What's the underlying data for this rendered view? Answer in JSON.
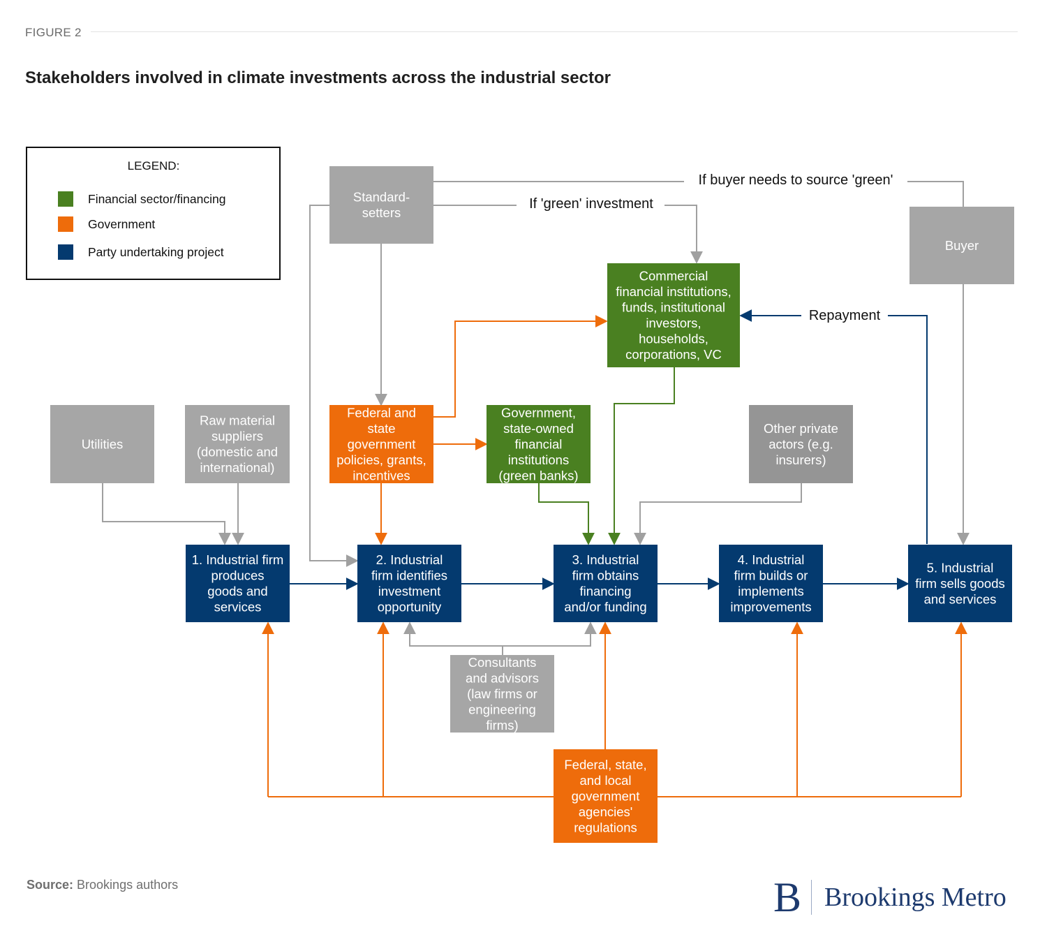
{
  "header": {
    "figure_label": "FIGURE 2",
    "title": "Stakeholders involved in climate investments across the industrial sector"
  },
  "colors": {
    "financial": "#4a8021",
    "government": "#ee6c0b",
    "party": "#043a6f",
    "neutral": "#a6a6a6",
    "neutral_dark": "#959595",
    "line_gray": "#a0a0a0",
    "text_dark": "#111111"
  },
  "legend": {
    "title": "LEGEND:",
    "items": [
      {
        "label": "Financial sector/financing",
        "category": "financial"
      },
      {
        "label": "Government",
        "category": "government"
      },
      {
        "label": "Party undertaking project",
        "category": "party"
      }
    ]
  },
  "nodes": {
    "standard_setters": {
      "category": "neutral",
      "lines": [
        "Standard-",
        "setters"
      ]
    },
    "buyer": {
      "category": "neutral",
      "lines": [
        "Buyer"
      ]
    },
    "commercial_fin": {
      "category": "financial",
      "lines": [
        "Commercial",
        "financial institutions,",
        "funds, institutional",
        "investors,",
        "households,",
        "corporations, VC"
      ]
    },
    "utilities": {
      "category": "neutral",
      "lines": [
        "Utilities"
      ]
    },
    "raw_material": {
      "category": "neutral",
      "lines": [
        "Raw material",
        "suppliers",
        "(domestic and",
        "international)"
      ]
    },
    "fed_state_policies": {
      "category": "government",
      "lines": [
        "Federal and",
        "state",
        "government",
        "policies, grants,",
        "incentives"
      ]
    },
    "green_banks": {
      "category": "financial",
      "lines": [
        "Government,",
        "state-owned",
        "financial",
        "institutions",
        "(green banks)"
      ]
    },
    "other_private": {
      "category": "neutral_dark",
      "lines": [
        "Other private",
        "actors (e.g.",
        "insurers)"
      ]
    },
    "step1": {
      "category": "party",
      "lines": [
        "1. Industrial firm",
        "produces",
        "goods and",
        "services"
      ]
    },
    "step2": {
      "category": "party",
      "lines": [
        "2. Industrial",
        "firm identifies",
        "investment",
        "opportunity"
      ]
    },
    "step3": {
      "category": "party",
      "lines": [
        "3. Industrial",
        "firm obtains",
        "financing",
        "and/or funding"
      ]
    },
    "step4": {
      "category": "party",
      "lines": [
        "4. Industrial",
        "firm builds or",
        "implements",
        "improvements"
      ]
    },
    "step5": {
      "category": "party",
      "lines": [
        "5. Industrial",
        "firm sells goods",
        "and services"
      ]
    },
    "consultants": {
      "category": "neutral",
      "lines": [
        "Consultants",
        "and advisors",
        "(law firms or",
        "engineering",
        "firms)"
      ]
    },
    "regulations": {
      "category": "government",
      "lines": [
        "Federal, state,",
        "and local",
        "government",
        "agencies'",
        "regulations"
      ]
    }
  },
  "edge_labels": {
    "buyer_green": "If buyer needs to source 'green'",
    "green_investment": "If 'green' investment",
    "repayment": "Repayment"
  },
  "footer": {
    "source_label": "Source:",
    "source_text": " Brookings authors",
    "logo_mark": "B",
    "logo_text": "Brookings Metro"
  }
}
